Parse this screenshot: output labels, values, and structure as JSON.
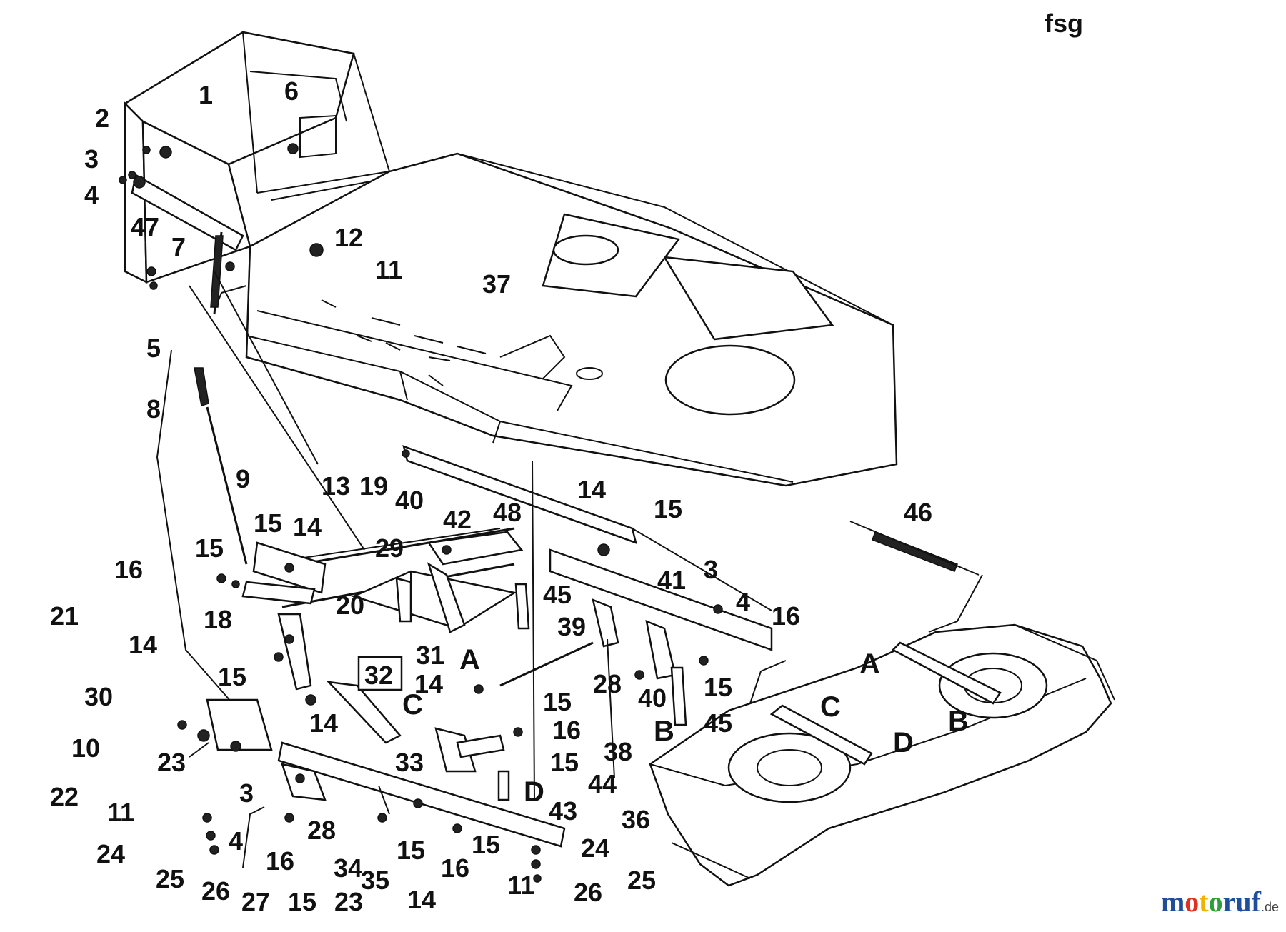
{
  "diagram_code": "fsg",
  "watermark": {
    "parts": [
      {
        "text": "m",
        "color": "#1f4e9c"
      },
      {
        "text": "o",
        "color": "#e0301e"
      },
      {
        "text": "t",
        "color": "#f2b200"
      },
      {
        "text": "o",
        "color": "#2e9e3e"
      },
      {
        "text": "r",
        "color": "#1f4e9c"
      },
      {
        "text": "u",
        "color": "#1f4e9c"
      },
      {
        "text": "f",
        "color": "#1f4e9c"
      }
    ],
    "suffix": ".de"
  },
  "callouts": [
    {
      "id": "c1",
      "label": "1"
    },
    {
      "id": "c2",
      "label": "2"
    },
    {
      "id": "c3a",
      "label": "3"
    },
    {
      "id": "c4a",
      "label": "4"
    },
    {
      "id": "c47",
      "label": "47"
    },
    {
      "id": "c6",
      "label": "6"
    },
    {
      "id": "c7",
      "label": "7"
    },
    {
      "id": "c12",
      "label": "12"
    },
    {
      "id": "c11a",
      "label": "11"
    },
    {
      "id": "c5",
      "label": "5"
    },
    {
      "id": "c37",
      "label": "37"
    },
    {
      "id": "c8",
      "label": "8"
    },
    {
      "id": "c9",
      "label": "9"
    },
    {
      "id": "c13",
      "label": "13"
    },
    {
      "id": "c19",
      "label": "19"
    },
    {
      "id": "c40a",
      "label": "40"
    },
    {
      "id": "c42",
      "label": "42"
    },
    {
      "id": "c48",
      "label": "48"
    },
    {
      "id": "c14a",
      "label": "14"
    },
    {
      "id": "c15a",
      "label": "15"
    },
    {
      "id": "c46",
      "label": "46"
    },
    {
      "id": "c15b",
      "label": "15"
    },
    {
      "id": "c14b",
      "label": "14"
    },
    {
      "id": "c15c",
      "label": "15"
    },
    {
      "id": "c16a",
      "label": "16"
    },
    {
      "id": "c29",
      "label": "29"
    },
    {
      "id": "c45a",
      "label": "45"
    },
    {
      "id": "c41",
      "label": "41"
    },
    {
      "id": "c3b",
      "label": "3"
    },
    {
      "id": "c4b",
      "label": "4"
    },
    {
      "id": "c16b",
      "label": "16"
    },
    {
      "id": "c21",
      "label": "21"
    },
    {
      "id": "c18",
      "label": "18"
    },
    {
      "id": "c20",
      "label": "20"
    },
    {
      "id": "c39",
      "label": "39"
    },
    {
      "id": "c14c",
      "label": "14"
    },
    {
      "id": "c31",
      "label": "31"
    },
    {
      "id": "c28a",
      "label": "28"
    },
    {
      "id": "c15d",
      "label": "15"
    },
    {
      "id": "c15e",
      "label": "15"
    },
    {
      "id": "c14d",
      "label": "14"
    },
    {
      "id": "c40b",
      "label": "40"
    },
    {
      "id": "c30",
      "label": "30"
    },
    {
      "id": "c15f",
      "label": "15"
    },
    {
      "id": "c45b",
      "label": "45"
    },
    {
      "id": "c14e",
      "label": "14"
    },
    {
      "id": "c16c",
      "label": "16"
    },
    {
      "id": "c10",
      "label": "10"
    },
    {
      "id": "c38",
      "label": "38"
    },
    {
      "id": "c23a",
      "label": "23"
    },
    {
      "id": "c33",
      "label": "33"
    },
    {
      "id": "c15g",
      "label": "15"
    },
    {
      "id": "c22",
      "label": "22"
    },
    {
      "id": "c3c",
      "label": "3"
    },
    {
      "id": "c44",
      "label": "44"
    },
    {
      "id": "c11b",
      "label": "11"
    },
    {
      "id": "c43",
      "label": "43"
    },
    {
      "id": "c28b",
      "label": "28"
    },
    {
      "id": "c36",
      "label": "36"
    },
    {
      "id": "c4c",
      "label": "4"
    },
    {
      "id": "c24a",
      "label": "24"
    },
    {
      "id": "c15h",
      "label": "15"
    },
    {
      "id": "c16d",
      "label": "16"
    },
    {
      "id": "c15i",
      "label": "15"
    },
    {
      "id": "c24b",
      "label": "24"
    },
    {
      "id": "c25a",
      "label": "25"
    },
    {
      "id": "c34",
      "label": "34"
    },
    {
      "id": "c16e",
      "label": "16"
    },
    {
      "id": "c35",
      "label": "35"
    },
    {
      "id": "c25b",
      "label": "25"
    },
    {
      "id": "c26a",
      "label": "26"
    },
    {
      "id": "c11c",
      "label": "11"
    },
    {
      "id": "c27",
      "label": "27"
    },
    {
      "id": "c15j",
      "label": "15"
    },
    {
      "id": "c23b",
      "label": "23"
    },
    {
      "id": "c14f",
      "label": "14"
    },
    {
      "id": "c26b",
      "label": "26"
    }
  ],
  "boxed_callout": {
    "label": "32"
  },
  "letters": [
    {
      "id": "LA1",
      "label": "A"
    },
    {
      "id": "LC1",
      "label": "C"
    },
    {
      "id": "LB1",
      "label": "B"
    },
    {
      "id": "LD1",
      "label": "D"
    },
    {
      "id": "LA2",
      "label": "A"
    },
    {
      "id": "LC2",
      "label": "C"
    },
    {
      "id": "LB2",
      "label": "B"
    },
    {
      "id": "LD2",
      "label": "D"
    }
  ]
}
